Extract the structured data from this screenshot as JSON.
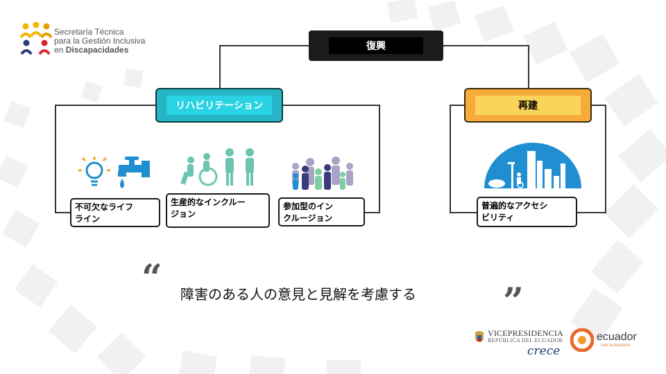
{
  "header": {
    "org_line1": "Secretaría Técnica",
    "org_line2": "para la Gestión Inclusiva",
    "org_line3_prefix": "en ",
    "org_line3_bold": "Discapacidades"
  },
  "diagram": {
    "root": "復興",
    "rehabilitation": "リハビリテーション",
    "rebuild": "再建",
    "leaf_lifeline_l1": "不可欠なライフ",
    "leaf_lifeline_l2": "ライン",
    "leaf_productive_l1": "生産的なインクルー",
    "leaf_productive_l2": "ジョン",
    "leaf_participatory_l1": "参加型のイン",
    "leaf_participatory_l2": "クルージョン",
    "leaf_access_l1": "普遍的なアクセシ",
    "leaf_access_l2": "ビリティ"
  },
  "quote": {
    "open_mark": "“",
    "text": "障害のある人の意見と見解を考慮する",
    "close_mark": "”"
  },
  "footer": {
    "vp_title": "VICEPRESIDENCIA",
    "vp_sub": "REPÚBLICA DEL ECUADOR",
    "crece": "crece",
    "ecuador": "ecuador",
    "ecuador_sub": "vivir la inclusión"
  },
  "colors": {
    "teal": "#2ad3e3",
    "orange": "#f6ab3b",
    "icon_teal": "#3cbfb0",
    "icon_blue": "#1f8fd1"
  }
}
